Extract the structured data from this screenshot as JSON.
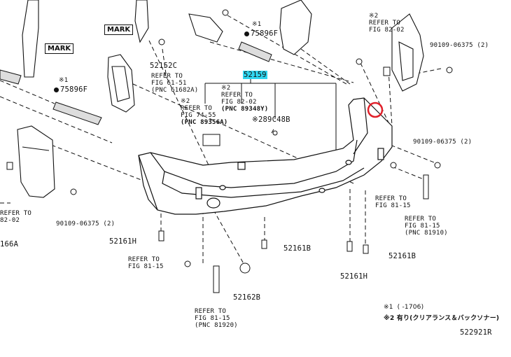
{
  "labels": {
    "p52159": "52159",
    "p52152C": "52152C",
    "p75896F_top": "75896F",
    "p75896F_left": "75896F",
    "p52161H_left": "52161H",
    "p52161H_bottom": "52161H",
    "p52161B_mid": "52161B",
    "p52161B_right": "52161B",
    "p52162B": "52162B",
    "p289C48B": "89C48B",
    "p90109_top": "90109-06375 (2)",
    "p90109_mid": "90109-06375 (2)",
    "p90109_left": "90109-06375 (2)",
    "p166A": "166A",
    "diagram_id": "522921R",
    "mark_top": "MARK",
    "mark_mid": "MARK"
  },
  "refs": {
    "fig6151": [
      "REFER TO",
      "FIG 61-51",
      "(PNC 61682A)"
    ],
    "fig8202_top": [
      "REFER TO",
      "FIG 82-02"
    ],
    "fig7455": [
      "REFER TO",
      "FIG 74-55",
      "(PNC 89356A)"
    ],
    "fig8202_mid": [
      "REFER TO",
      "FIG 82-02",
      "(PNC 89348Y)"
    ],
    "fig8202_left": [
      "REFER TO",
      "82-02"
    ],
    "fig8115_right": [
      "REFER TO",
      "FIG 81-15"
    ],
    "fig8115_far": [
      "REFER TO",
      "FIG 81-15",
      "(PNC 81910)"
    ],
    "fig8115_left": [
      "REFER TO",
      "FIG 81-15"
    ],
    "fig8115_bottom": [
      "REFER TO",
      "FIG 81-15",
      "(PNC 81920)"
    ]
  },
  "notes": {
    "note1_sym": "※1",
    "note1_text": "(    -1706)",
    "note2_sym": "※2",
    "note2_text": "有り(クリアランス＆バックソナー)"
  },
  "markers": {
    "n1": "※1",
    "n2": "※2"
  },
  "colors": {
    "highlight": "#2fd6f0",
    "circle": "#e0202a"
  }
}
